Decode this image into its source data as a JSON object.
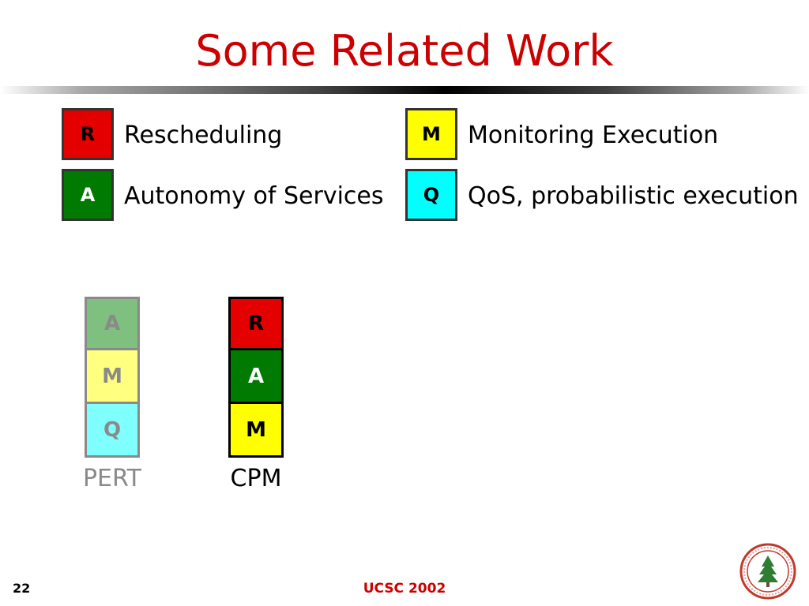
{
  "slide": {
    "title": "Some Related Work",
    "number": "22",
    "footer": "UCSC 2002"
  },
  "legend": [
    {
      "letter": "R",
      "label": "Rescheduling",
      "color": "#e50000",
      "text_color": "#000000"
    },
    {
      "letter": "A",
      "label": "Autonomy of Services",
      "color": "#007a00",
      "text_color": "#ffffff"
    },
    {
      "letter": "M",
      "label": "Monitoring Execution",
      "color": "#ffff00",
      "text_color": "#000000"
    },
    {
      "letter": "Q",
      "label": "QoS, probabilistic execution",
      "color": "#00ffff",
      "text_color": "#000000"
    }
  ],
  "stacks": [
    {
      "name": "PERT",
      "faded": true,
      "items": [
        "A",
        "M",
        "Q"
      ],
      "colors": [
        "#7fbf7f",
        "#ffff80",
        "#80ffff"
      ],
      "text_color": "#8a8a8a"
    },
    {
      "name": "CPM",
      "faded": false,
      "items": [
        "R",
        "A",
        "M"
      ],
      "colors": [
        "#e50000",
        "#007a00",
        "#ffff00"
      ],
      "text_color": "#000000"
    }
  ],
  "logo": {
    "icon": "university-seal-icon"
  }
}
